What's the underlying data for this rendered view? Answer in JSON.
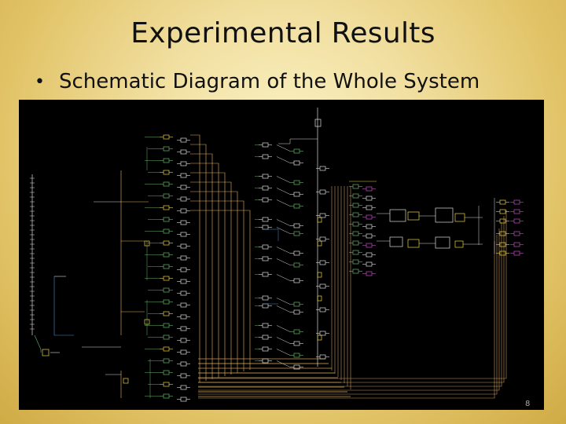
{
  "slide": {
    "title": "Experimental Results",
    "bullet": "Schematic Diagram of the Whole System",
    "page_number": "8"
  },
  "colors": {
    "background_center": "#fbf3c6",
    "background_edge": "#d0ab45",
    "schematic_background": "#000000",
    "wire_orange": "#e8b35c",
    "wire_tan": "#c99a5a",
    "wire_green": "#66b56a",
    "wire_blue": "#4f8fd0",
    "component_white": "#dcdcdc",
    "component_yellow": "#e8d048",
    "component_magenta": "#c050c0"
  }
}
